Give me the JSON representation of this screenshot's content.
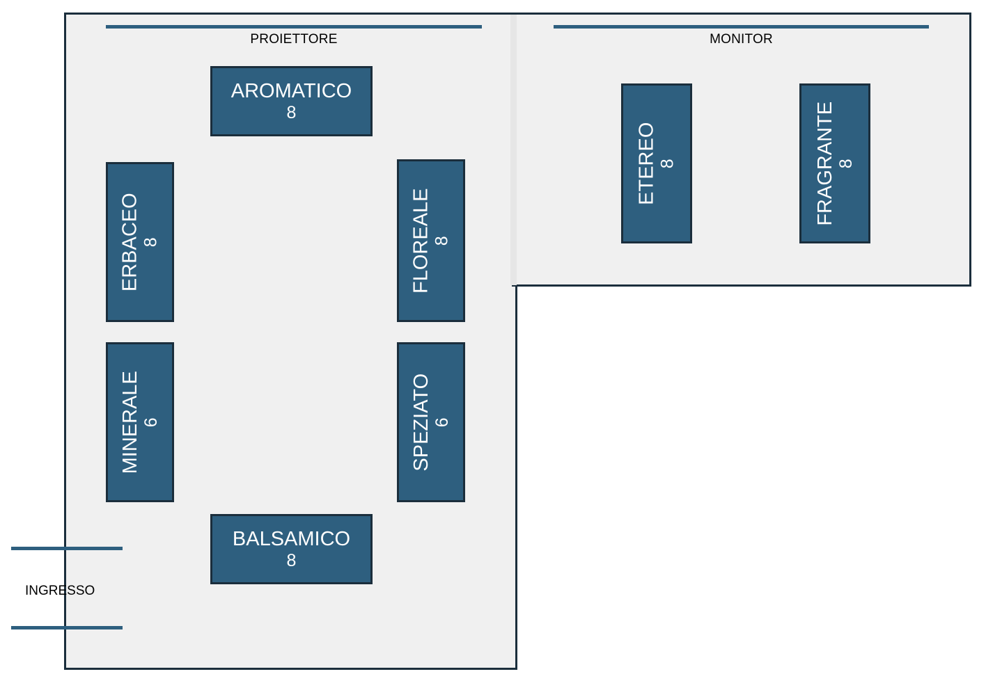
{
  "plan": {
    "colors": {
      "table_fill": "#2E5F7F",
      "table_border": "#1B2E3C",
      "room_fill": "#F0F0F0",
      "wall": "#1B2E3C",
      "screen_bar": "#2E5F7F",
      "label_text": "#000000",
      "table_text": "#FFFFFF"
    },
    "rooms": [
      {
        "name": "main-hall"
      },
      {
        "name": "side-hall"
      }
    ],
    "screens": [
      {
        "id": "proiettore",
        "label": "PROIETTORE"
      },
      {
        "id": "monitor",
        "label": "MONITOR"
      }
    ],
    "entrance": {
      "label": "INGRESSO"
    },
    "tables": [
      {
        "id": "aromatico",
        "name": "AROMATICO",
        "seats": "8",
        "orientation": "horizontal",
        "room": "main-hall"
      },
      {
        "id": "erbaceo",
        "name": "ERBACEO",
        "seats": "8",
        "orientation": "vertical",
        "room": "main-hall"
      },
      {
        "id": "minerale",
        "name": "MINERALE",
        "seats": "6",
        "orientation": "vertical",
        "room": "main-hall"
      },
      {
        "id": "floreale",
        "name": "FLOREALE",
        "seats": "8",
        "orientation": "vertical",
        "room": "main-hall"
      },
      {
        "id": "speziato",
        "name": "SPEZIATO",
        "seats": "6",
        "orientation": "vertical",
        "room": "main-hall"
      },
      {
        "id": "balsamico",
        "name": "BALSAMICO",
        "seats": "8",
        "orientation": "horizontal",
        "room": "main-hall"
      },
      {
        "id": "etereo",
        "name": "ETEREO",
        "seats": "8",
        "orientation": "vertical",
        "room": "side-hall"
      },
      {
        "id": "fragrante",
        "name": "FRAGRANTE",
        "seats": "8",
        "orientation": "vertical",
        "room": "side-hall"
      }
    ]
  }
}
